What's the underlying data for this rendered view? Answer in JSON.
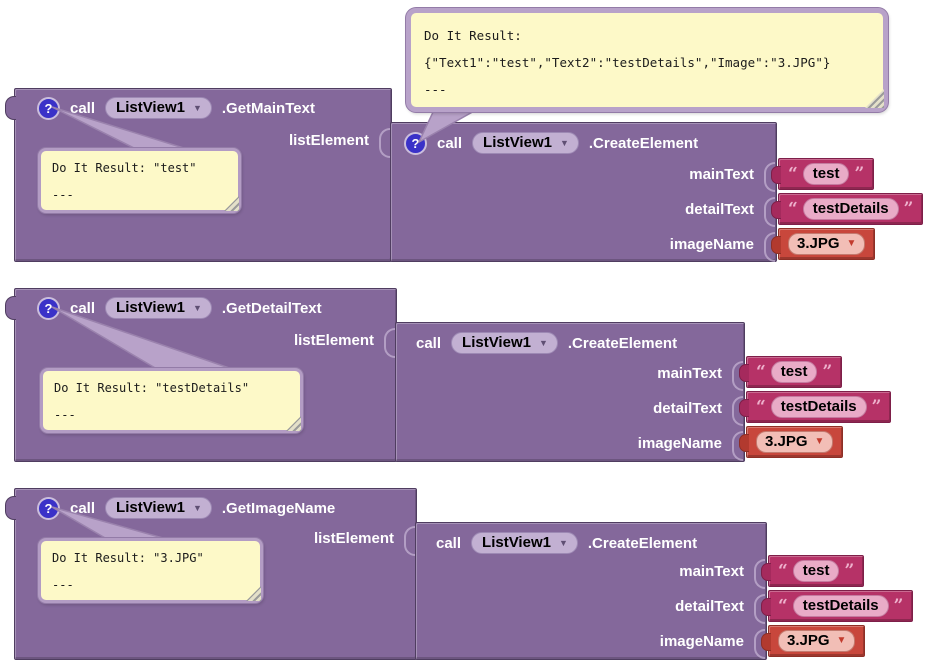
{
  "tooltip": {
    "line1": "Do It Result:",
    "line2": "{\"Text1\":\"test\",\"Text2\":\"testDetails\",\"Image\":\"3.JPG\"}",
    "line3": "---"
  },
  "labels": {
    "call": "call",
    "component": "ListView1",
    "create_method": ".CreateElement",
    "list_element": "listElement",
    "main_text": "mainText",
    "detail_text": "detailText",
    "image_name": "imageName",
    "help": "?",
    "dropdown_arrow": "▼",
    "open_quote": "“",
    "close_quote": "”"
  },
  "values": {
    "main_text": "test",
    "detail_text": "testDetails",
    "image_name": "3.JPG"
  },
  "groups": [
    {
      "method": ".GetMainText",
      "comment": {
        "line1": "Do It Result: \"test\"",
        "line2": "---"
      }
    },
    {
      "method": ".GetDetailText",
      "comment": {
        "line1": "Do It Result: \"testDetails\"",
        "line2": "---"
      }
    },
    {
      "method": ".GetImageName",
      "comment": {
        "line1": "Do It Result: \"3.JPG\"",
        "line2": "---"
      }
    }
  ],
  "colors": {
    "block_purple": "#84689b",
    "text_block_magenta": "#b63267",
    "image_block_red": "#c8473c",
    "comment_bg": "#fdf9c8",
    "comment_border": "#b8a2c9",
    "help_icon_blue": "#3a31c8"
  }
}
